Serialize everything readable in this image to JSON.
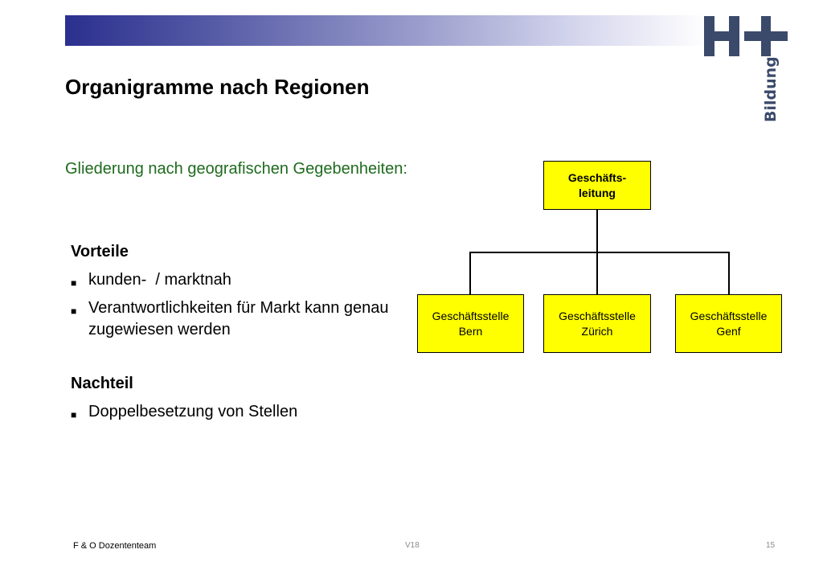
{
  "title": "Organigramme nach Regionen",
  "subtitle": "Gliederung nach geografischen Gegebenheiten:",
  "logo": {
    "mark": "H+",
    "word": "Bildung",
    "color": "#3b4a6b"
  },
  "advantages": {
    "heading": "Vorteile",
    "items": [
      "kunden-  / marktnah",
      "Verantwortlichkeiten für Markt kann genau zugewiesen werden"
    ]
  },
  "disadvantages": {
    "heading": "Nachteil",
    "items": [
      "Doppelbesetzung von Stellen"
    ]
  },
  "org_chart": {
    "root": {
      "line1": "Geschäfts-",
      "line2": "leitung"
    },
    "children": [
      {
        "line1": "Geschäftsstelle",
        "line2": "Bern"
      },
      {
        "line1": "Geschäftsstelle",
        "line2": "Zürich"
      },
      {
        "line1": "Geschäftsstelle",
        "line2": "Genf"
      }
    ],
    "box_color": "#ffff00"
  },
  "footer": {
    "left": "F & O Dozententeam",
    "center": "V18",
    "page": "15"
  }
}
